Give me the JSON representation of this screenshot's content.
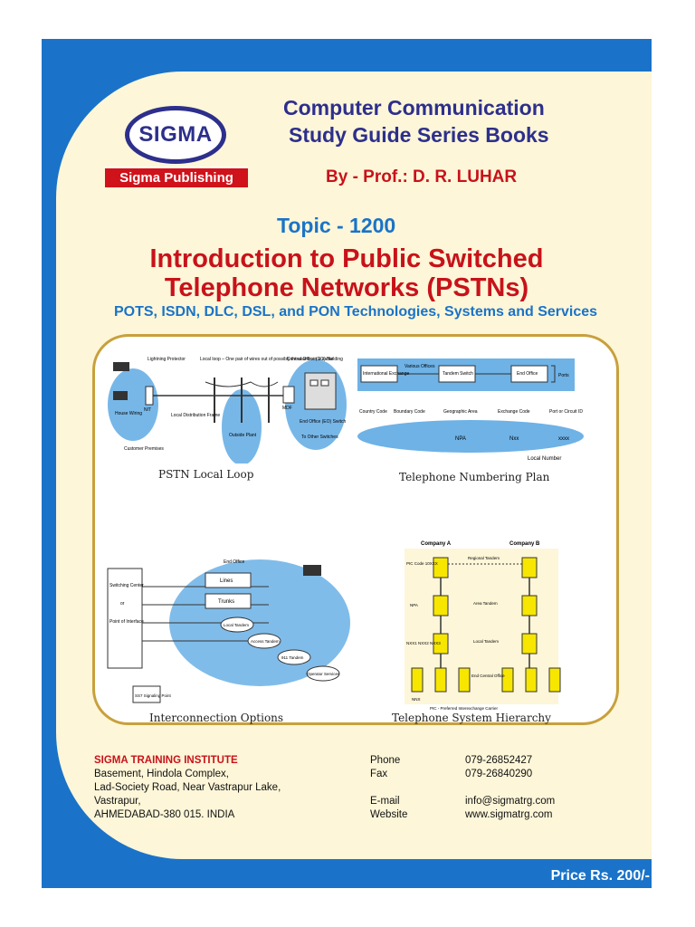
{
  "logo": {
    "text": "SIGMA",
    "publisher": "Sigma Publishing"
  },
  "series": {
    "line1": "Computer Communication",
    "line2": "Study Guide Series Books"
  },
  "author": "By - Prof.: D. R. LUHAR",
  "topic": "Topic - 1200",
  "title": {
    "line1": "Introduction to Public Switched",
    "line2": "Telephone Networks (PSTNs)"
  },
  "subtitle": "POTS, ISDN, DLC, DSL, and PON Technologies, Systems and Services",
  "diagrams": {
    "local_loop": {
      "caption": "PSTN Local Loop",
      "labels": {
        "lightning": "Lightning Protector",
        "local_loop": "Local loop – One pair of wires out of possibly thousands in a cable",
        "central_office": "Central Office (CO) Building",
        "house_wiring": "House Wiring",
        "local_distribution": "Local Distribution Frame",
        "outside_plant": "Outside Plant",
        "customer_premises": "Customer Premises",
        "end_office_switch": "End Office (EO) Switch",
        "other_switches": "To Other Switches",
        "mdf": "MDF",
        "nit": "NIT"
      }
    },
    "numbering_plan": {
      "caption": "Telephone Numbering Plan",
      "labels": {
        "intl_exchange": "International Exchange",
        "various": "Various Offices",
        "tandem_switch": "Tandem Switch",
        "end_office": "End Office",
        "ports": "Ports",
        "country_code": "Country Code",
        "boundary_code": "Boundary Code",
        "geographic_area": "Geographic Area",
        "exchange_code": "Exchange Code",
        "port_circuit": "Port or Circuit ID",
        "npa": "NPA",
        "nxx": "Nxx",
        "xxxx": "xxxx",
        "local_number": "Local Number"
      }
    },
    "interconnection": {
      "caption": "Interconnection Options",
      "labels": {
        "switching_center": "Switching Center",
        "or": "or",
        "point_of_interface": "Point of Interface",
        "end_office": "End Office",
        "lines": "Lines",
        "trunks": "Trunks",
        "local_tandem": "Local Tandem",
        "access_tandem": "Access Tandem",
        "tandem_911": "911 Tandem",
        "operator_services": "Operator Services",
        "ss7": "SS7 Signaling Point"
      }
    },
    "hierarchy": {
      "caption": "Telephone System Hierarchy",
      "labels": {
        "company_a": "Company A",
        "company_b": "Company B",
        "pic_code": "PIC Code 10XXX",
        "regional_tandem": "Regional Tandem",
        "npa": "NPA",
        "area_tandem": "Area Tandem",
        "nxx": "NXX1 NXX2 NXX3",
        "local_tandem": "Local Tandem",
        "end_central_office": "End Central Office",
        "nnx": "NNX",
        "footnote": "PIC - Preferred Interexchange Carrier"
      }
    }
  },
  "footer": {
    "institute": "SIGMA TRAINING INSTITUTE",
    "address": [
      "Basement, Hindola Complex,",
      "Lad-Society Road, Near Vastrapur Lake,",
      "Vastrapur,",
      "AHMEDABAD-380 015. INDIA"
    ],
    "phone_label": "Phone",
    "phone": "079-26852427",
    "fax_label": "Fax",
    "fax": "079-26840290",
    "email_label": "E-mail",
    "email": "info@sigmatrg.com",
    "website_label": "Website",
    "website": "www.sigmatrg.com"
  },
  "price": "Price Rs. 200/-",
  "colors": {
    "blue": "#1a73c8",
    "navy": "#2d2f8c",
    "red": "#c8121a",
    "cream": "#fdf6d8",
    "gold": "#c8a03c"
  }
}
